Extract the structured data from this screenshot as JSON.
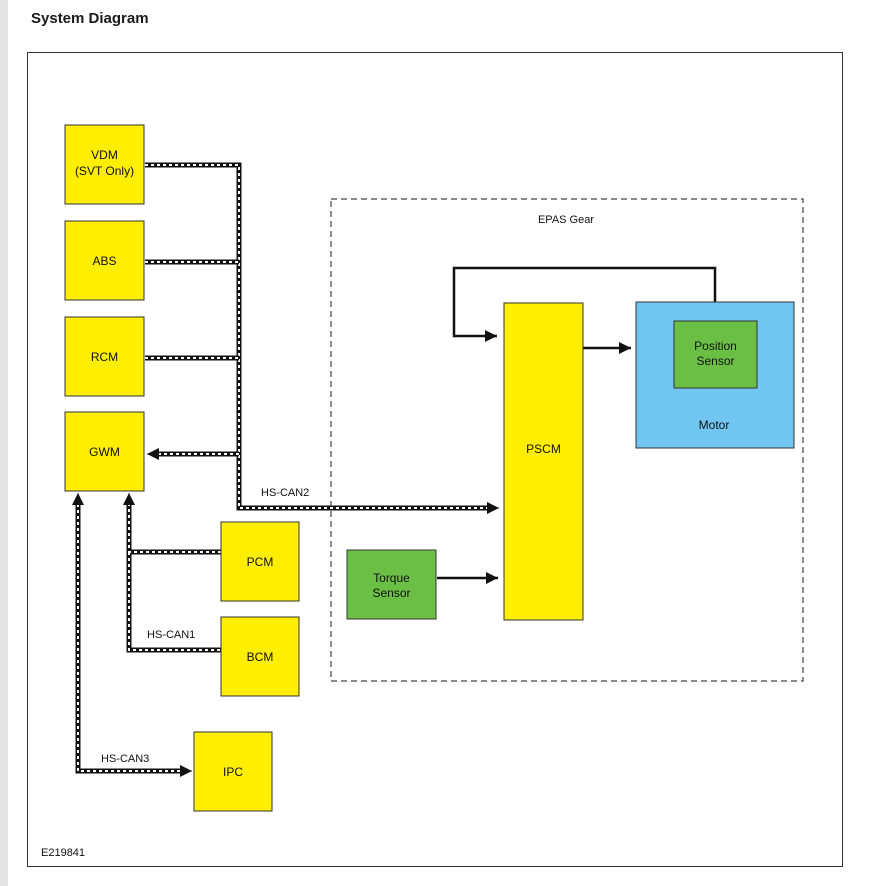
{
  "page": {
    "title": "System Diagram"
  },
  "diagram": {
    "epas_label": "EPAS Gear",
    "figure_id": "E219841",
    "networks": {
      "hs_can1": "HS-CAN1",
      "hs_can2": "HS-CAN2",
      "hs_can3": "HS-CAN3"
    },
    "modules": {
      "vdm_line1": "VDM",
      "vdm_line2": "(SVT Only)",
      "abs": "ABS",
      "rcm": "RCM",
      "gwm": "GWM",
      "pcm": "PCM",
      "bcm": "BCM",
      "ipc": "IPC",
      "pscm": "PSCM",
      "torque_line1": "Torque",
      "torque_line2": "Sensor",
      "position_line1": "Position",
      "position_line2": "Sensor",
      "motor": "Motor"
    },
    "colors": {
      "module_fill": "#ffee00",
      "sensor_fill": "#6cbf45",
      "motor_fill": "#70c6f0",
      "wire": "#111111"
    }
  }
}
